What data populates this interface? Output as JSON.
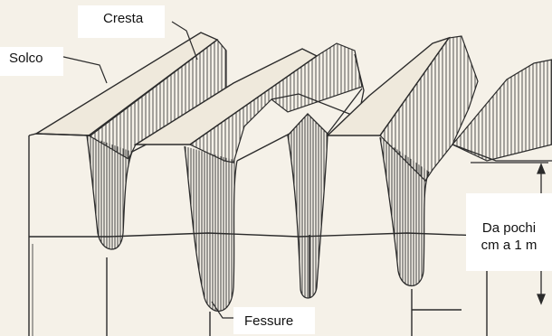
{
  "labels": {
    "cresta": "Cresta",
    "solco": "Solco",
    "fessure": "Fessure",
    "depth_line1": "Da pochi",
    "depth_line2": "cm a 1 m"
  },
  "colors": {
    "ink": "#2b2b2b",
    "paper": "#f5f1e8",
    "label_bg": "#ffffff"
  }
}
